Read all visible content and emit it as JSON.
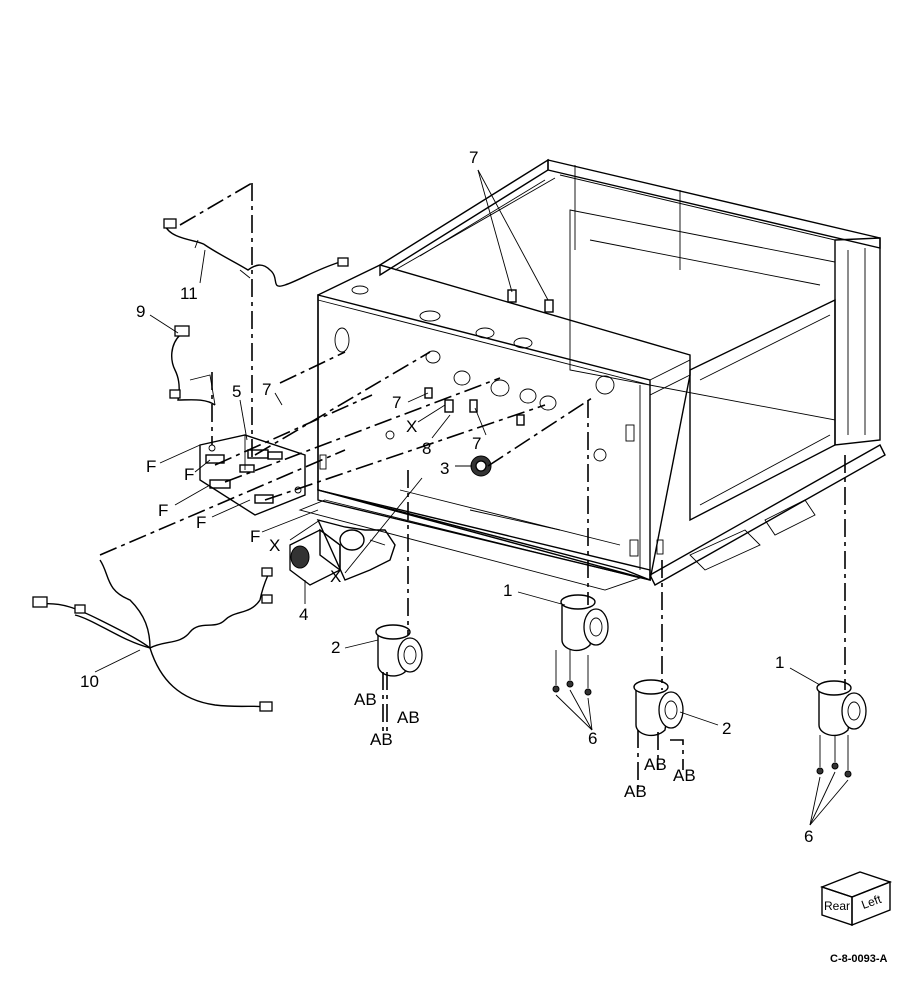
{
  "callouts": {
    "c7_top": "7",
    "c11": "11",
    "c9": "9",
    "c5": "5",
    "c7_left": "7",
    "c7_mid": "7",
    "cX_mid": "X",
    "c8": "8",
    "c7_low": "7",
    "c3": "3",
    "cF1": "F",
    "cF2": "F",
    "cF3": "F",
    "cF4": "F",
    "cF5": "F",
    "cX_left": "X",
    "cX_low": "X",
    "c4": "4",
    "c1_mid": "1",
    "c2_left": "2",
    "c10": "10",
    "cAB_1": "AB",
    "cAB_2": "AB",
    "cAB_3": "AB",
    "c6_mid": "6",
    "c2_right": "2",
    "cAB_4": "AB",
    "cAB_5": "AB",
    "cAB_6": "AB",
    "c1_right": "1",
    "c6_right": "6"
  },
  "orientation_cube": {
    "face_a": "Rear",
    "face_b": "Left"
  },
  "figure_code": "C-8-0093-A"
}
